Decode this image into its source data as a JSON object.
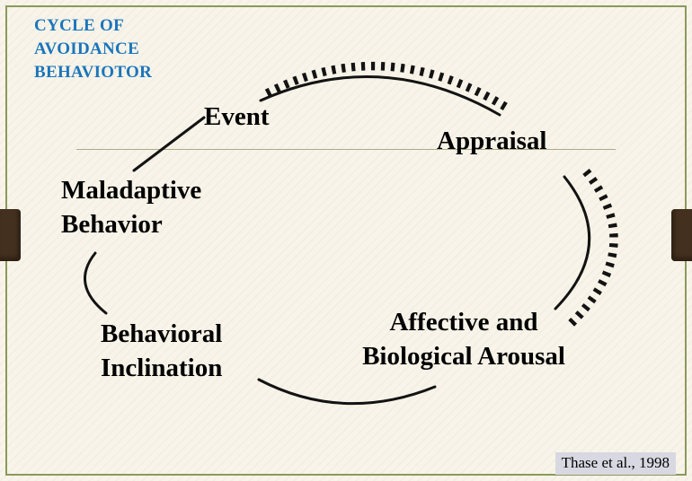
{
  "title": {
    "line1": "CYCLE OF",
    "line2": "AVOIDANCE",
    "line3": "BEHAVIOTOR"
  },
  "nodes": {
    "event": "Event",
    "appraisal": "Appraisal",
    "maladaptive_line1": "Maladaptive",
    "maladaptive_line2": "Behavior",
    "behavioral_line1": "Behavioral",
    "behavioral_line2": "Inclination",
    "affective_line1": "Affective and",
    "affective_line2": "Biological Arousal"
  },
  "citation": "Thase et al., 1998",
  "colors": {
    "title_blue": "#1b75bc",
    "border_green": "#8a9a5b",
    "tab_brown": "#44301e",
    "background": "#f8f4e9",
    "arrow_black": "#131313",
    "citation_bg": "#d8d8e2"
  }
}
